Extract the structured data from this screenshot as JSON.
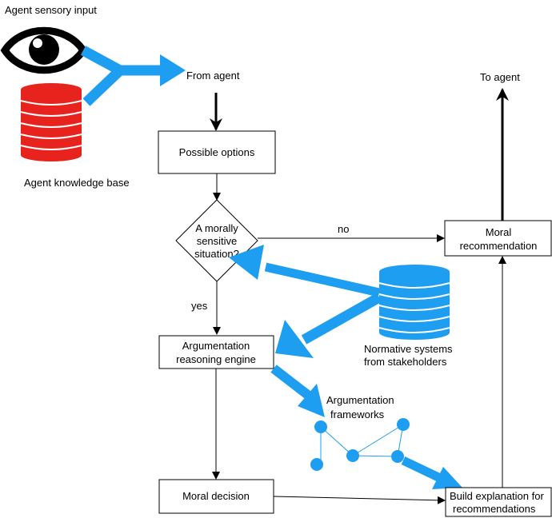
{
  "labels": {
    "sensory_input": "Agent sensory input",
    "knowledge_base": "Agent knowledge base",
    "from_agent": "From agent",
    "to_agent": "To agent",
    "possible_options": "Possible options",
    "decision_line1": "A morally",
    "decision_line2": "sensitive",
    "decision_line3": "situation?",
    "no": "no",
    "yes": "yes",
    "moral_recommendation_line1": "Moral",
    "moral_recommendation_line2": "recommendation",
    "engine_line1": "Argumentation",
    "engine_line2": "reasoning engine",
    "normative_line1": "Normative systems",
    "normative_line2": "from stakeholders",
    "frameworks_line1": "Argumentation",
    "frameworks_line2": "frameworks",
    "moral_decision": "Moral decision",
    "explanation_line1": "Build explanation for",
    "explanation_line2": "recommendations"
  },
  "colors": {
    "accent_blue": "#1E9EF0",
    "database_red": "#E8231E",
    "ink": "#000000"
  },
  "icons": {
    "sensory": "eye-icon",
    "knowledge": "red-database-icon",
    "normative": "blue-database-icon",
    "framework": "argument-graph-icon"
  }
}
